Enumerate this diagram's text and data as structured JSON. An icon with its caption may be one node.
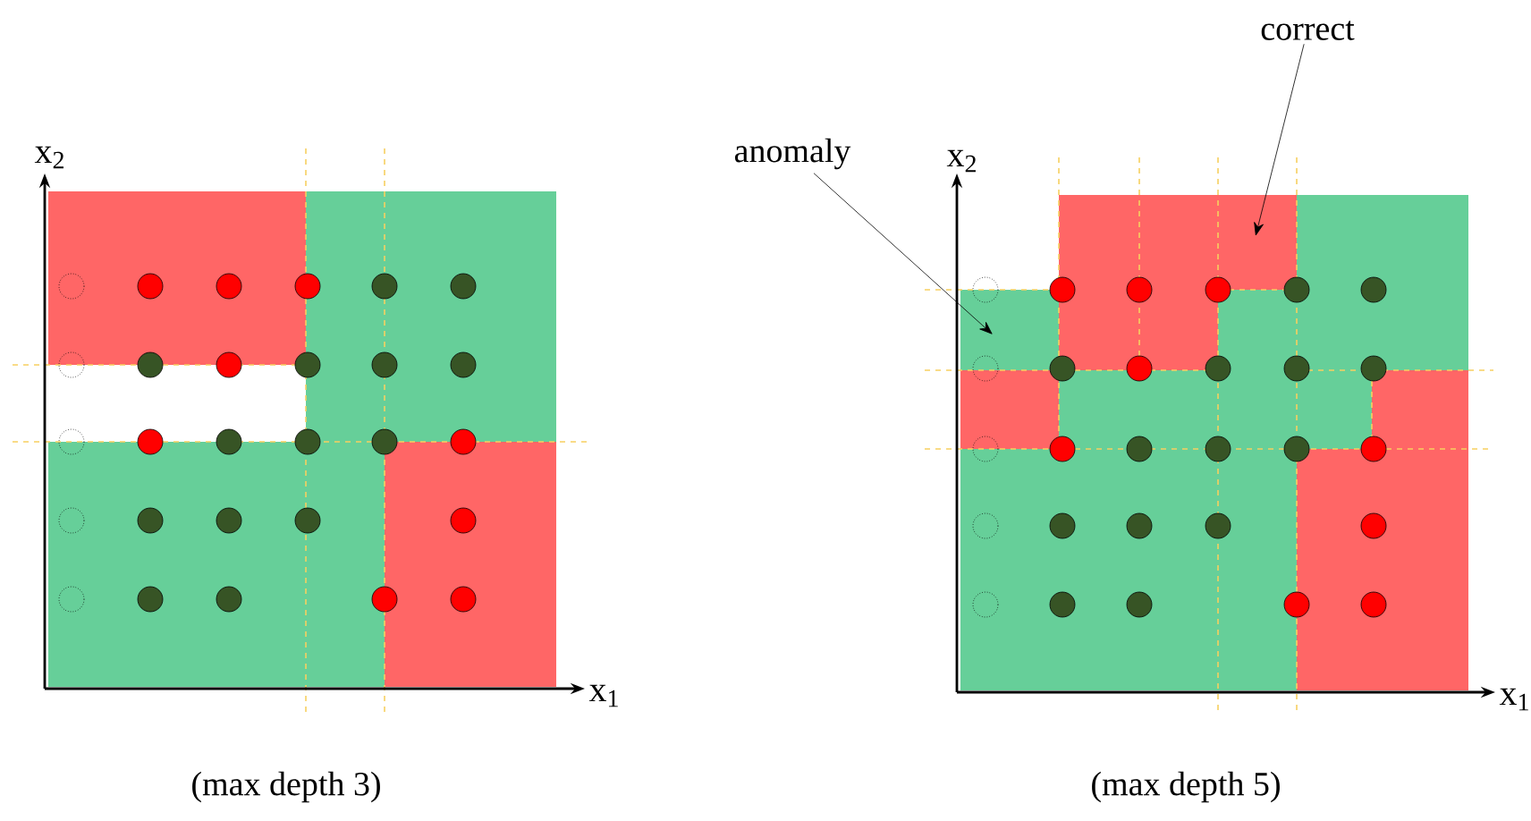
{
  "diagram": {
    "nodes": [
      {
        "text": [
          "anomaly"
        ]
      },
      {
        "text": [
          "correct"
        ]
      }
    ],
    "edges": [
      {
        "from": 0,
        "to": null,
        "arrow": "to"
      },
      {
        "from": 1,
        "to": null,
        "arrow": "to"
      }
    ],
    "labels": [
      "x$_{2}$",
      "x$_{1}$",
      "(max depth 3)",
      "x$_{2}$",
      "x$_{1}$",
      "(max depth 5)"
    ]
  }
}
